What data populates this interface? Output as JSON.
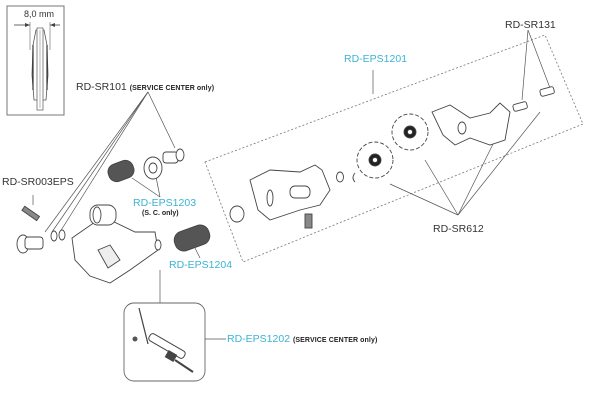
{
  "inset": {
    "dimension_label": "8,0 mm"
  },
  "colors": {
    "accent": "#3ab3d4",
    "text": "#333333",
    "line": "#555555"
  },
  "parts": [
    {
      "code": "RD-SR101",
      "note": "(SERVICE CENTER only)",
      "accent": false
    },
    {
      "code": "RD-EPS1201",
      "note": "",
      "accent": true
    },
    {
      "code": "RD-SR131",
      "note": "",
      "accent": false
    },
    {
      "code": "RD-SR003EPS",
      "note": "",
      "accent": false
    },
    {
      "code": "RD-EPS1203",
      "note": "(S. C. only)",
      "accent": true
    },
    {
      "code": "RD-EPS1204",
      "note": "",
      "accent": true
    },
    {
      "code": "RD-SR612",
      "note": "",
      "accent": false
    },
    {
      "code": "RD-EPS1202",
      "note": "(SERVICE CENTER only)",
      "accent": true
    }
  ]
}
